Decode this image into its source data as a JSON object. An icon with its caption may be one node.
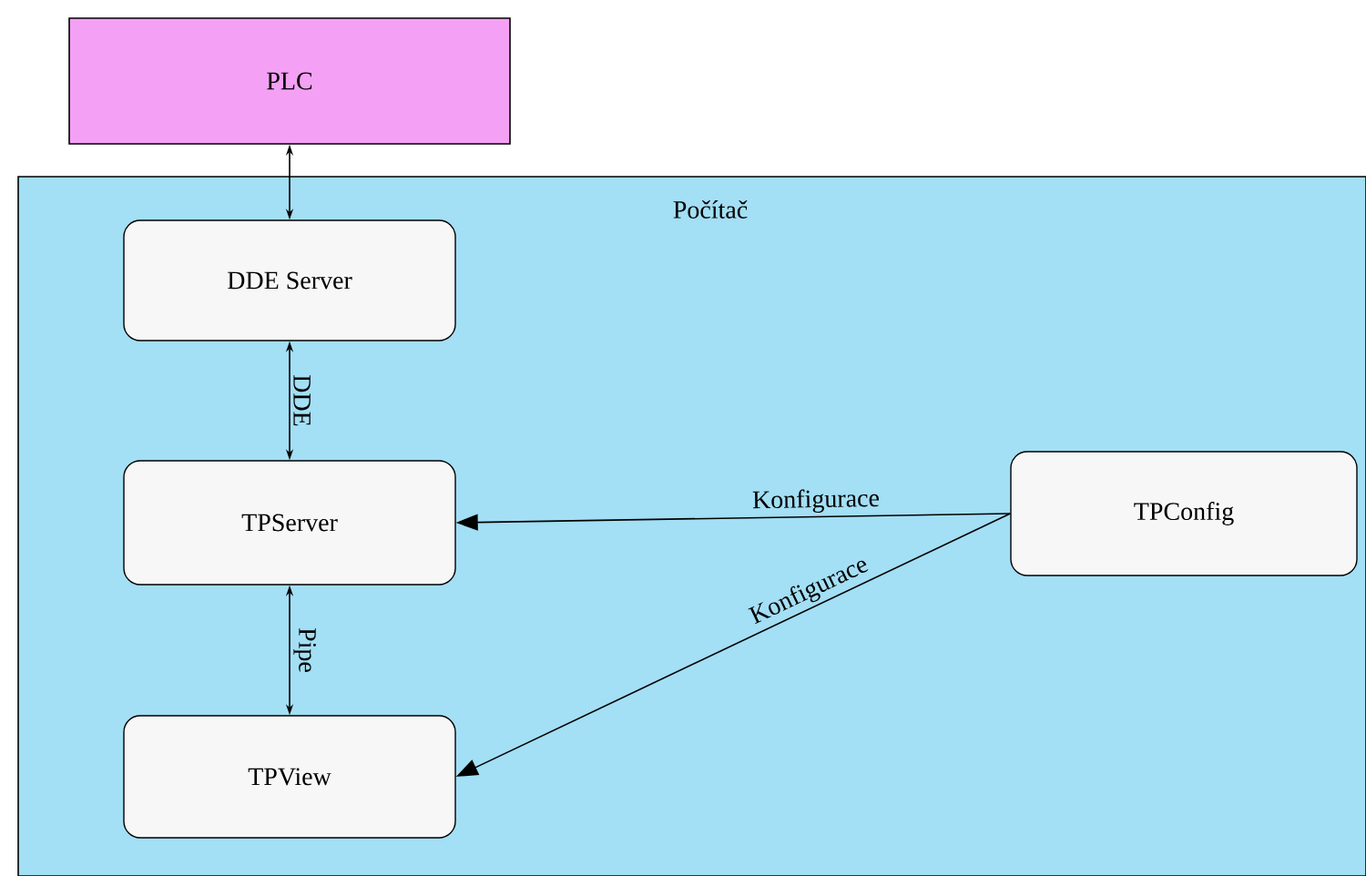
{
  "diagram": {
    "nodes": [
      {
        "text": [
          "PLC"
        ]
      },
      {
        "text": [
          "Počítač"
        ]
      },
      {
        "text": [
          "DDE Server"
        ],
        "in": 1
      },
      {
        "text": [
          "TPServer"
        ],
        "in": 1
      },
      {
        "text": [
          "TPConfig"
        ],
        "in": 1
      },
      {
        "text": [
          "TPView"
        ],
        "in": 1
      }
    ],
    "edges": [
      {
        "from": 0,
        "to": 2,
        "arrow": "both"
      },
      {
        "from": 2,
        "to": 3,
        "arrow": "both",
        "label": "DDE"
      },
      {
        "from": 3,
        "to": 5,
        "arrow": "both",
        "label": "Pipe"
      },
      {
        "from": 4,
        "to": 3,
        "arrow": "to",
        "label": "Konfigurace"
      },
      {
        "from": 4,
        "to": 5,
        "arrow": "to",
        "label": "Konfigurace"
      }
    ]
  }
}
